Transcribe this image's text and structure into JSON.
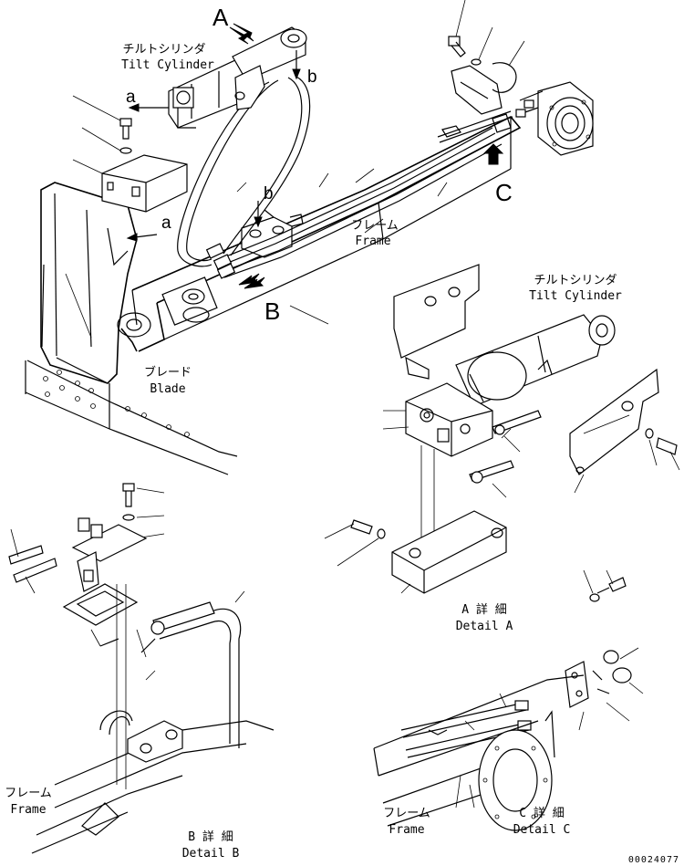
{
  "callouts": {
    "A": "A",
    "B": "B",
    "C": "C",
    "a_top": "a",
    "a_blade": "a",
    "b_top": "b",
    "b_frame": "b"
  },
  "labels": {
    "tilt_cylinder_top_jp": "チルトシリンダ",
    "tilt_cylinder_top_en": "Tilt Cylinder",
    "tilt_cylinder_a_jp": "チルトシリンダ",
    "tilt_cylinder_a_en": "Tilt Cylinder",
    "frame_main_jp": "フレーム",
    "frame_main_en": "Frame",
    "blade_jp": "ブレード",
    "blade_en": "Blade",
    "detail_a_jp": "A 詳 細",
    "detail_a_en": "Detail A",
    "frame_b_jp": "フレーム",
    "frame_b_en": "Frame",
    "detail_b_jp": "B 詳 細",
    "detail_b_en": "Detail B",
    "frame_c_jp": "フレーム",
    "frame_c_en": "Frame",
    "detail_c_jp": "C 詳 細",
    "detail_c_en": "Detail C",
    "drawing_number": "00024077"
  }
}
